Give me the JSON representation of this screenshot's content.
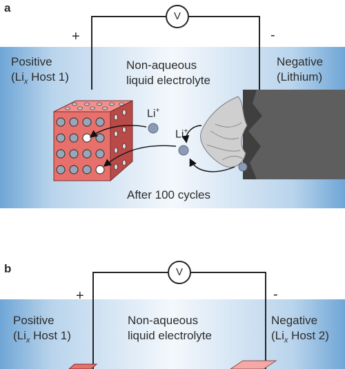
{
  "panel_a": {
    "letter": "a",
    "plus": "+",
    "minus": "-",
    "voltmeter": "V",
    "positive_line1": "Positive",
    "positive_line2_prefix": "(Li",
    "positive_line2_sub": "x",
    "positive_line2_suffix": " Host 1)",
    "electrolyte_line1": "Non-aqueous",
    "electrolyte_line2": "liquid electrolyte",
    "negative_line1": "Negative",
    "negative_line2": "(Lithium)",
    "ion_label": "Li",
    "ion_charge": "+",
    "caption": "After 100 cycles"
  },
  "panel_b": {
    "letter": "b",
    "plus": "+",
    "minus": "-",
    "voltmeter": "V",
    "positive_line1": "Positive",
    "positive_line2_prefix": "(Li",
    "positive_line2_sub": "x",
    "positive_line2_suffix": " Host 1)",
    "electrolyte_line1": "Non-aqueous",
    "electrolyte_line2": "liquid electrolyte",
    "negative_line1": "Negative",
    "negative_line2_prefix": "(Li",
    "negative_line2_sub": "x",
    "negative_line2_suffix": " Host 2)"
  },
  "colors": {
    "cathode_front": "#e8706c",
    "cathode_top": "#f0918d",
    "cathode_side": "#b84a47",
    "electrolyte_edge": "#6fa6d6",
    "ion": "#8a9bb3",
    "anode_b": "#f4a9a6"
  }
}
